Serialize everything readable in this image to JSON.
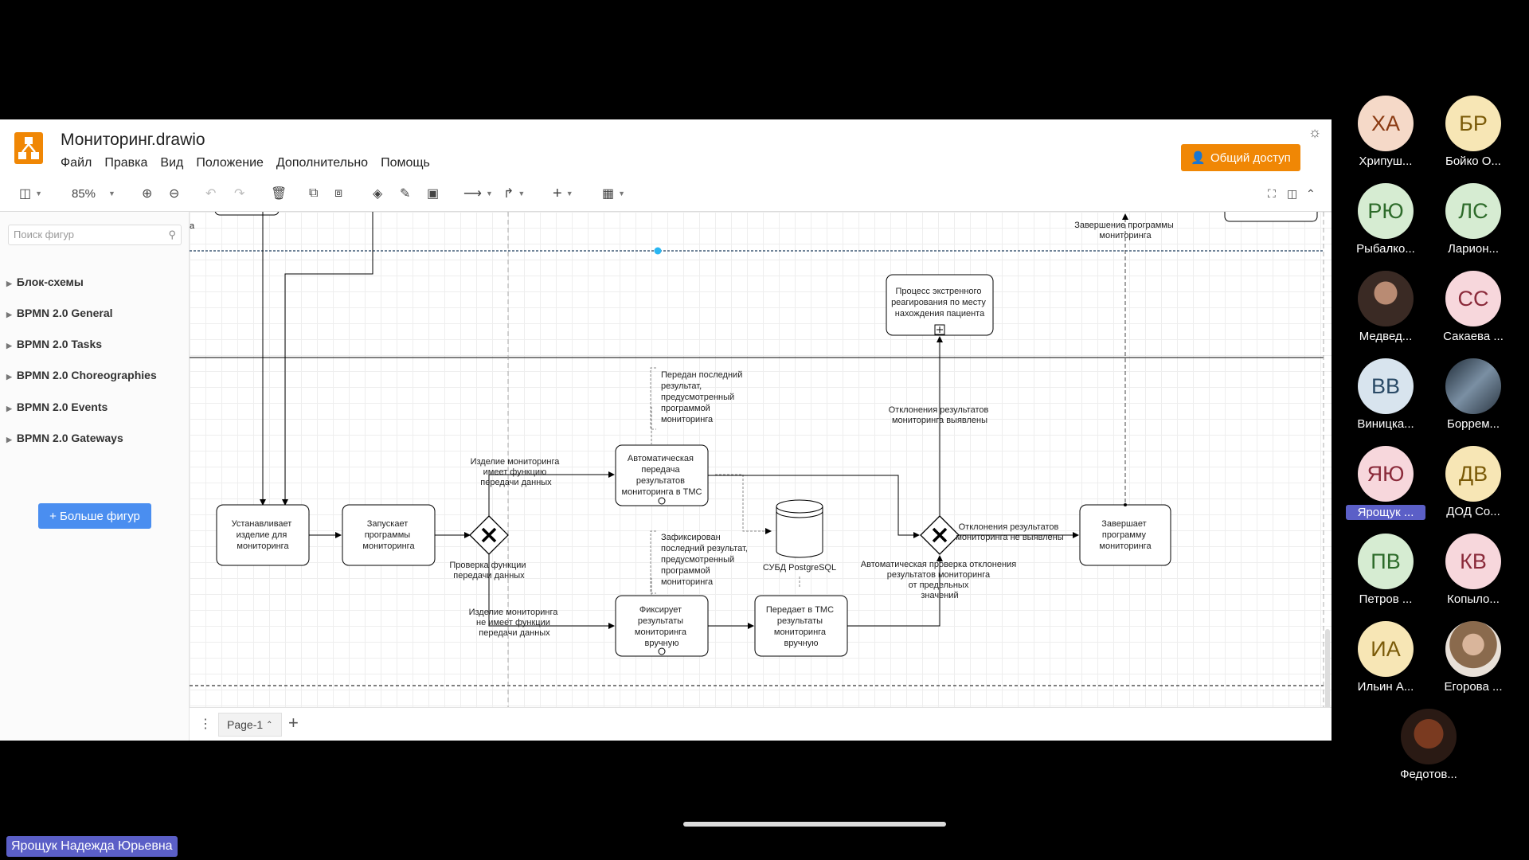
{
  "app": {
    "file_title": "Мониторинг.drawio",
    "menu": [
      "Файл",
      "Правка",
      "Вид",
      "Положение",
      "Дополнительно",
      "Помощь"
    ],
    "share_label": "Общий доступ",
    "accent": "#f08705"
  },
  "toolbar": {
    "zoom": "85%"
  },
  "sidebar": {
    "search_placeholder": "Поиск фигур",
    "libraries": [
      "Блок-схемы",
      "BPMN 2.0 General",
      "BPMN 2.0 Tasks",
      "BPMN 2.0 Choreographies",
      "BPMN 2.0 Events",
      "BPMN 2.0 Gateways"
    ],
    "more_shapes": "+ Больше фигур"
  },
  "diagram": {
    "fragment_left": "а",
    "end_label": [
      "Завершение программы",
      "мониторинга"
    ],
    "emergency_task": [
      "Процесс экстренного",
      "реагирования по месту",
      "нахождения пациента"
    ],
    "task_install": [
      "Устанавливает",
      "изделие для",
      "мониторинга"
    ],
    "task_start": [
      "Запускает",
      "программы",
      "мониторинга"
    ],
    "gateway1_label": [
      "Проверка функции",
      "передачи данных"
    ],
    "has_function": [
      "Изделие мониторинга",
      "имеет функцию",
      "передачи данных"
    ],
    "no_function": [
      "Изделие мониторинга",
      "не имеет функции",
      "передачи данных"
    ],
    "task_auto": [
      "Автоматическая",
      "передача",
      "результатов",
      "мониторинга в ТМС"
    ],
    "task_fix": [
      "Фиксирует",
      "результаты",
      "мониторинга",
      "вручную"
    ],
    "task_transfer": [
      "Передает в ТМС",
      "результаты",
      "мониторинга",
      "вручную"
    ],
    "annotation_top": [
      "Передан последний",
      "результат,",
      " предусмотренный",
      "программой",
      "мониторинга"
    ],
    "annotation_bottom": [
      "Зафиксирован",
      "последний результат,",
      " предусмотренный",
      "программой",
      "мониторинга"
    ],
    "database": "СУБД PostgreSQL",
    "deviations_found": [
      "Отклонения результатов",
      "мониторинга выявлены"
    ],
    "deviations_not_found": [
      "Отклонения результатов",
      "мониторинга не выявлены"
    ],
    "gateway2_label": [
      "Автоматическая проверка отклонения",
      "результатов мониторинга",
      "от предельных",
      "значений"
    ],
    "task_finish": [
      "Завершает",
      "программу",
      "мониторинга"
    ]
  },
  "pages": {
    "tab": "Page-1"
  },
  "participants": [
    {
      "initials": "ХА",
      "name": "Хрипуш...",
      "bg": "#f5d9c8",
      "fg": "#8a3a12"
    },
    {
      "initials": "БР",
      "name": "Бойко О...",
      "bg": "#f7e6b5",
      "fg": "#7a5a08"
    },
    {
      "initials": "РЮ",
      "name": "Рыбалко...",
      "bg": "#d6ecd2",
      "fg": "#2d6b2a"
    },
    {
      "initials": "ЛС",
      "name": "Ларион...",
      "bg": "#d6ecd2",
      "fg": "#2d6b2a"
    },
    {
      "initials": "",
      "name": "Медвед...",
      "bg": "",
      "fg": ""
    },
    {
      "initials": "СС",
      "name": "Сакаева ...",
      "bg": "#f7d7dc",
      "fg": "#8a2a3a"
    },
    {
      "initials": "ВВ",
      "name": "Виницка...",
      "bg": "#d8e4ee",
      "fg": "#2a4a66"
    },
    {
      "initials": "",
      "name": "Боррем...",
      "bg": "",
      "fg": ""
    },
    {
      "initials": "ЯЮ",
      "name": "Ярощук ...",
      "bg": "#f7d7dc",
      "fg": "#8a2a3a"
    },
    {
      "initials": "ДВ",
      "name": "ДОД Со...",
      "bg": "#f7e6b5",
      "fg": "#7a5a08"
    },
    {
      "initials": "ПВ",
      "name": "Петров ...",
      "bg": "#d6ecd2",
      "fg": "#2d6b2a"
    },
    {
      "initials": "КВ",
      "name": "Копыло...",
      "bg": "#f7d7dc",
      "fg": "#8a2a3a"
    },
    {
      "initials": "ИА",
      "name": "Ильин А...",
      "bg": "#f7e6b5",
      "fg": "#7a5a08"
    },
    {
      "initials": "",
      "name": "Егорова ...",
      "bg": "",
      "fg": ""
    },
    {
      "initials": "",
      "name": "Федотов...",
      "bg": "",
      "fg": ""
    }
  ],
  "speaker": "Ярощук Надежда Юрьевна"
}
